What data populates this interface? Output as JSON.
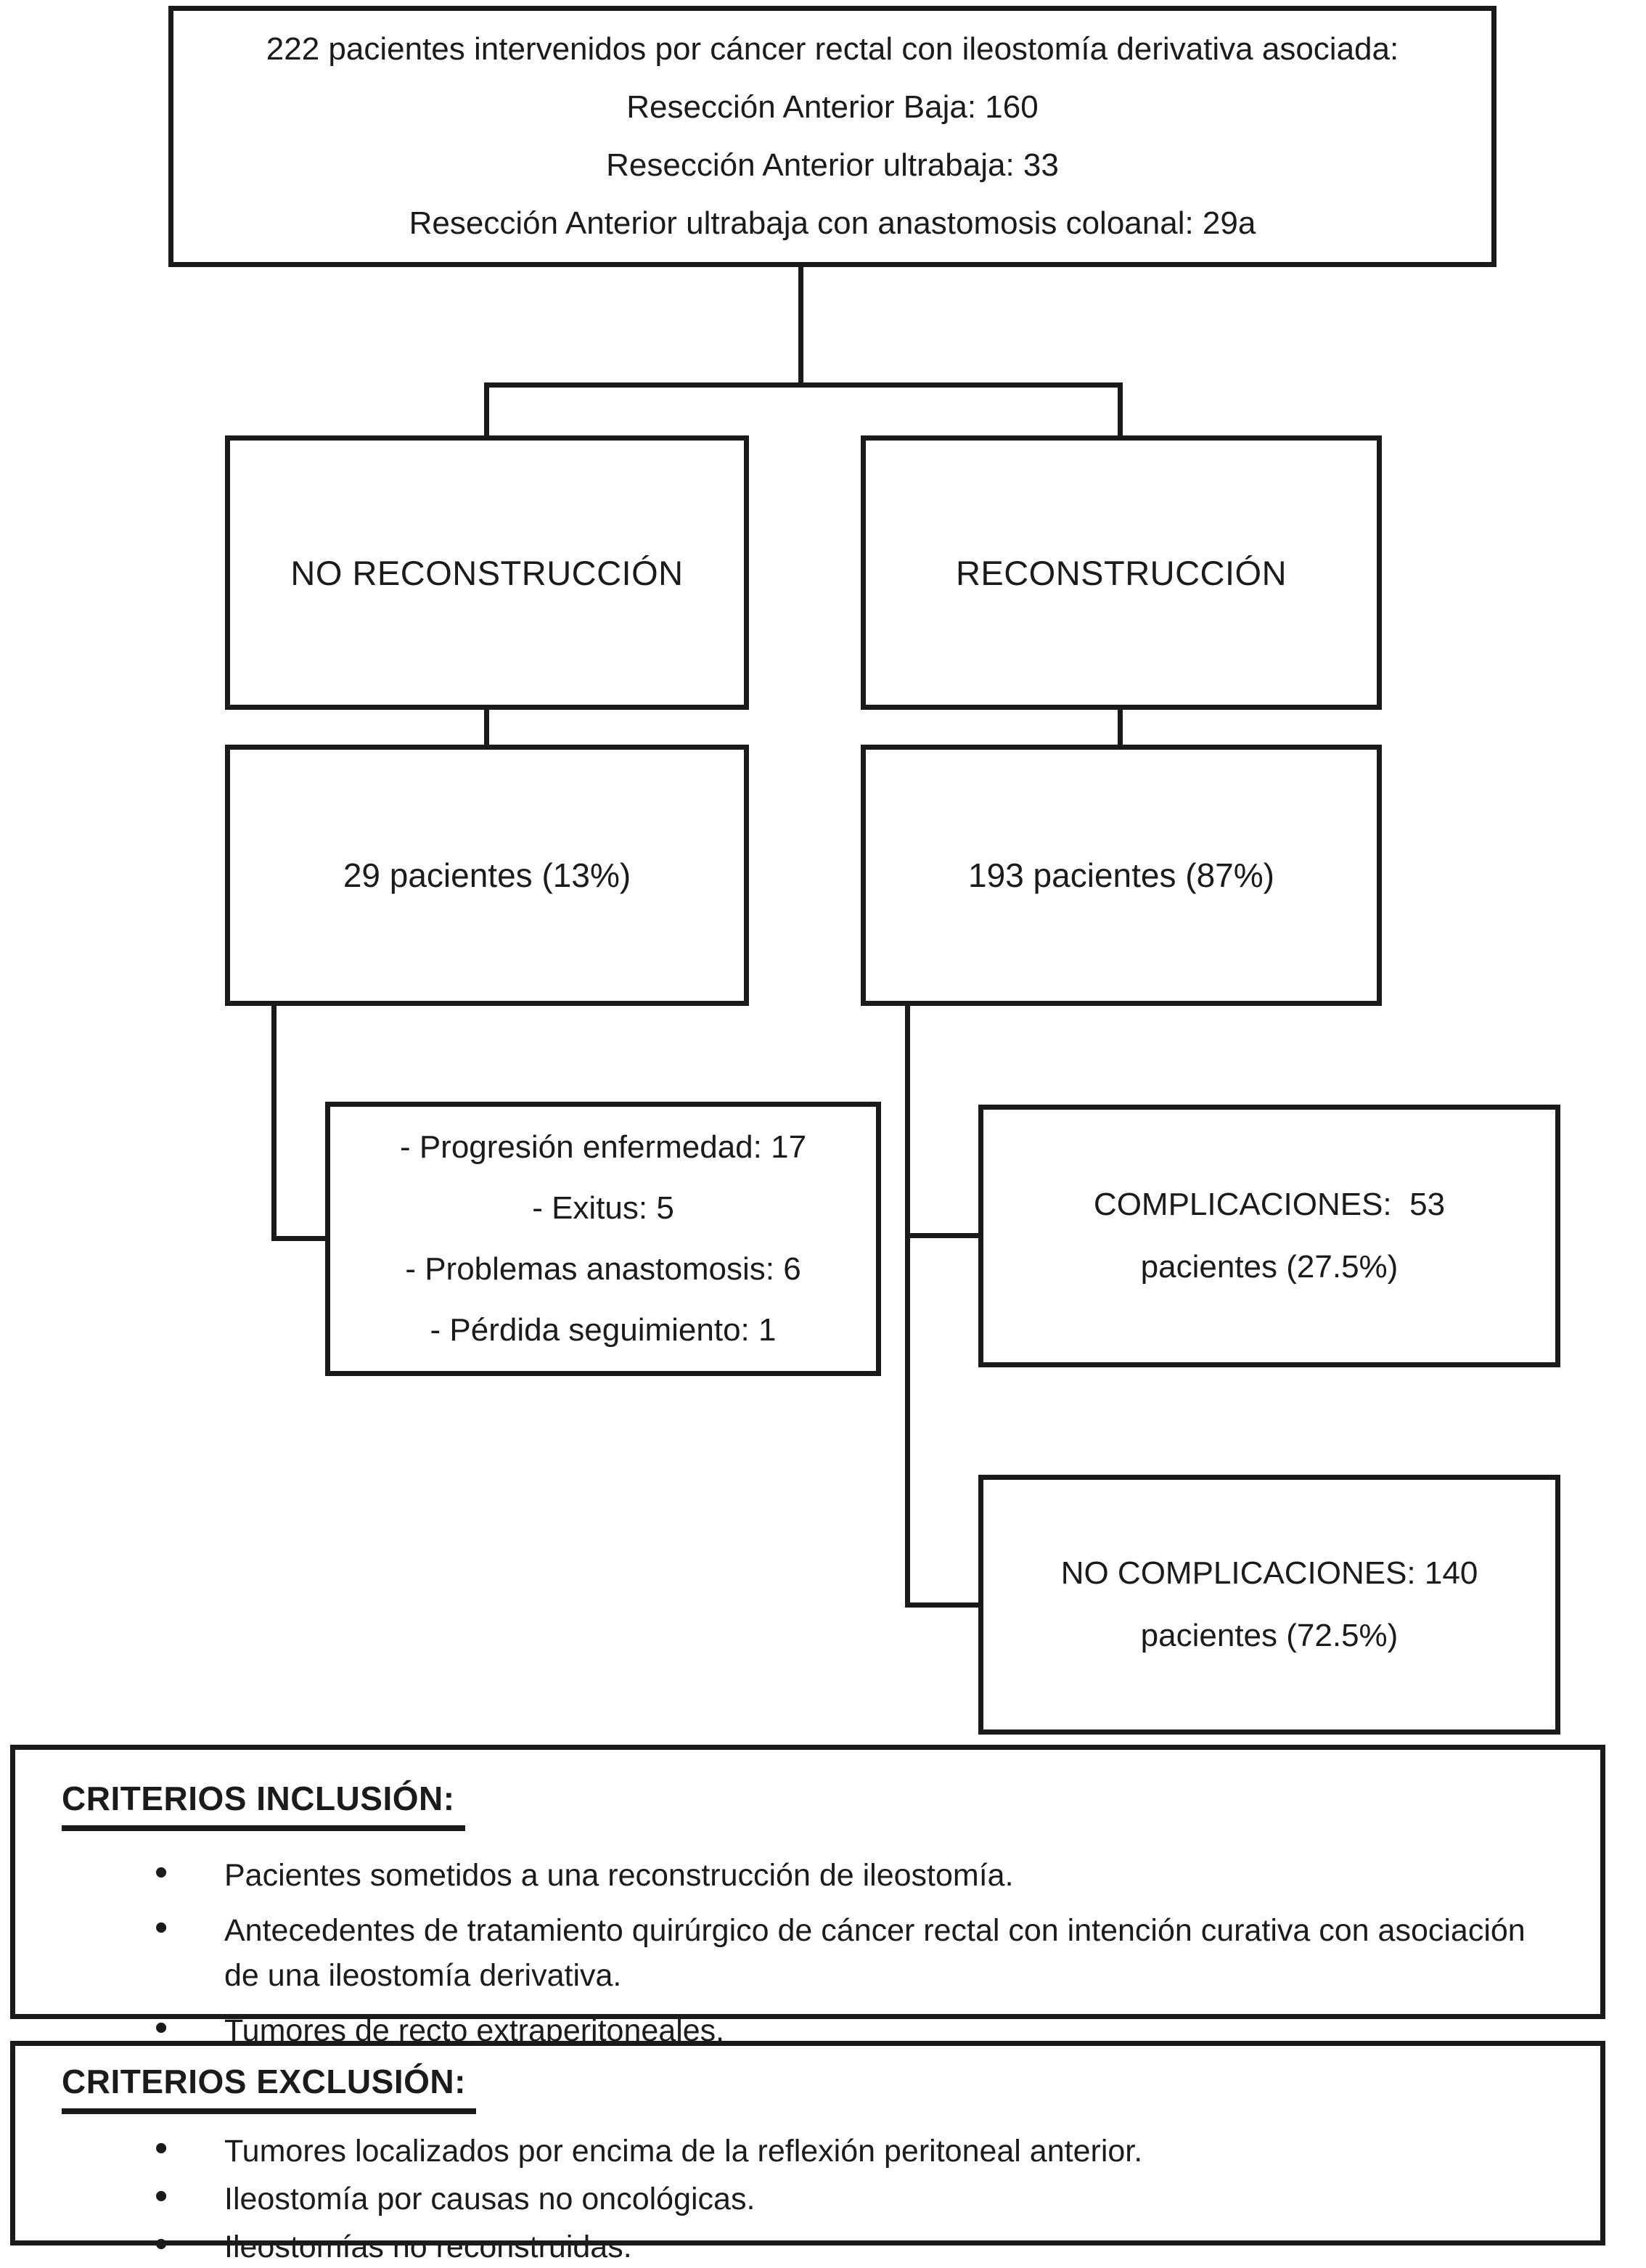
{
  "flow": {
    "top_box": {
      "line1": "222 pacientes intervenidos por cáncer rectal con ileostomía derivativa asociada:",
      "line2": "Resección Anterior Baja: 160",
      "line3": "Resección Anterior ultrabaja: 33",
      "line4": "Resección Anterior ultrabaja con anastomosis coloanal: 29a"
    },
    "no_reconstruction": {
      "label": "NO RECONSTRUCCIÓN",
      "count": "29 pacientes (13%)",
      "outcomes": [
        "- Progresión enfermedad: 17",
        "- Exitus: 5",
        "- Problemas anastomosis: 6",
        "- Pérdida seguimiento: 1"
      ]
    },
    "reconstruction": {
      "label": "RECONSTRUCCIÓN",
      "count": "193 pacientes (87%)",
      "complications": {
        "line1": "COMPLICACIONES:  53",
        "line2": "pacientes (27.5%)"
      },
      "no_complications": {
        "line1": "NO COMPLICACIONES: 140",
        "line2": "pacientes (72.5%)"
      }
    },
    "inclusion": {
      "title": "CRITERIOS INCLUSIÓN: ",
      "items": [
        "Pacientes sometidos a una reconstrucción de ileostomía.",
        "Antecedentes de tratamiento quirúrgico de cáncer rectal con intención curativa con asociación de una ileostomía derivativa.",
        "Tumores de recto extraperitoneales."
      ]
    },
    "exclusion": {
      "title": "CRITERIOS EXCLUSIÓN: ",
      "items": [
        "Tumores localizados por encima de la reflexión peritoneal anterior.",
        "Ileostomía por causas no oncológicas.",
        "Ileostomías no reconstruidas."
      ]
    }
  },
  "colors": {
    "ink": "#1b1b1b",
    "background": "#ffffff"
  }
}
